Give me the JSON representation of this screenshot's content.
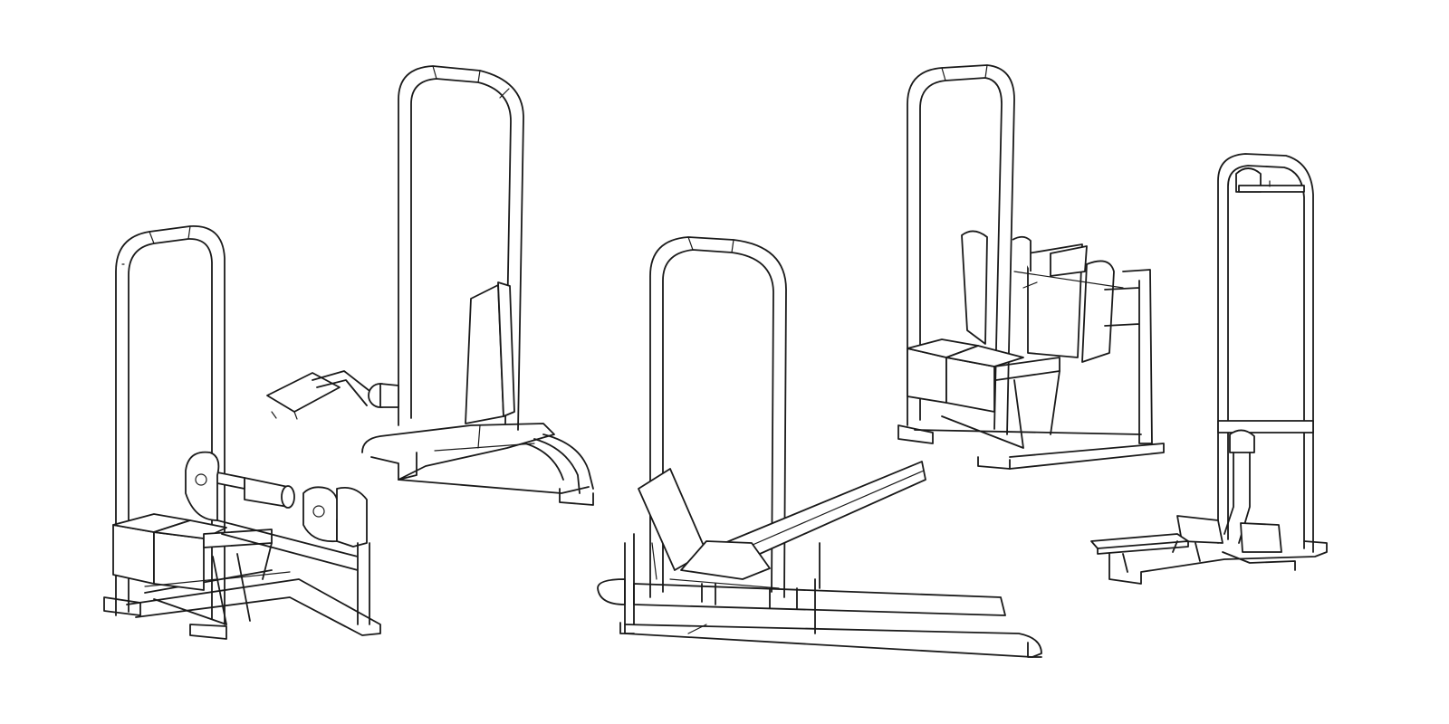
{
  "figure": {
    "background": "#ffffff",
    "line_color": "#1a1a1a",
    "machines": [
      {
        "id": "seated-leg-curl-machine"
      },
      {
        "id": "standing-leg-extension-machine"
      },
      {
        "id": "incline-leg-press-machine"
      },
      {
        "id": "hip-adductor-machine"
      },
      {
        "id": "standing-calf-machine"
      }
    ]
  }
}
